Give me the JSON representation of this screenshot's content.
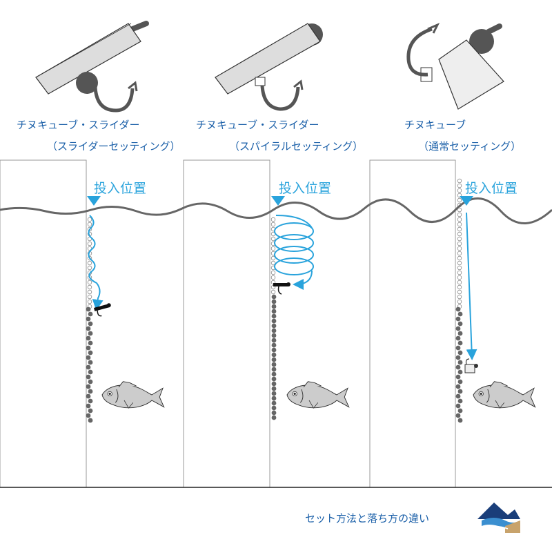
{
  "settings": [
    {
      "title": "チヌキューブ・スライダー",
      "subtitle": "（スライダーセッティング）",
      "drop_label": "投入位置",
      "fall_style": "zigzag"
    },
    {
      "title": "チヌキューブ・スライダー",
      "subtitle": "（スパイラルセッティング）",
      "drop_label": "投入位置",
      "fall_style": "spiral"
    },
    {
      "title": "チヌキューブ",
      "subtitle": "（通常セッティング）",
      "drop_label": "投入位置",
      "fall_style": "straight"
    }
  ],
  "footer": {
    "caption": "セット方法と落ち方の違い",
    "logo_icon": "wave-mountain-logo"
  },
  "colors": {
    "label_blue": "#1a5fa8",
    "accent_cyan": "#29a3dc",
    "water_line": "#666666",
    "panel_border": "#999999",
    "cube_fill": "#dddddd",
    "sinker_gray": "#555555",
    "fish_gray": "#cccccc"
  }
}
